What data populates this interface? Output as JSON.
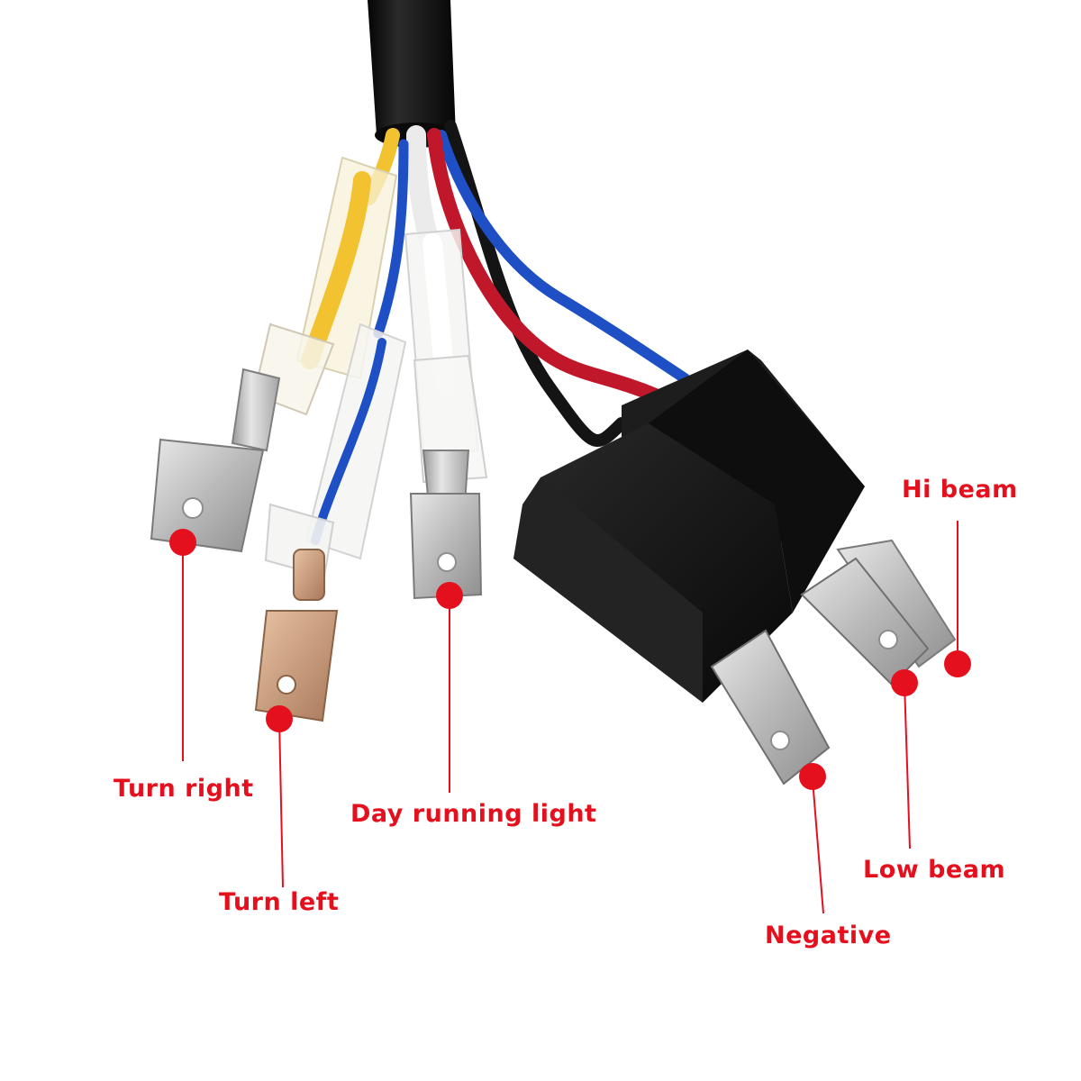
{
  "colors": {
    "callout": "#e5101d",
    "jacket": "#111111",
    "wire_yellow": "#f2c230",
    "wire_blue": "#1f4fc4",
    "wire_white": "#f4f4f4",
    "wire_red": "#c0182a",
    "wire_black": "#141414",
    "terminal_metal": "#c9c9c9",
    "connector_body": "#161616"
  },
  "callouts": {
    "turn_right": "Turn right",
    "turn_left": "Turn left",
    "day_running_light": "Day running light",
    "hi_beam": "Hi beam",
    "low_beam": "Low beam",
    "negative": "Negative"
  }
}
